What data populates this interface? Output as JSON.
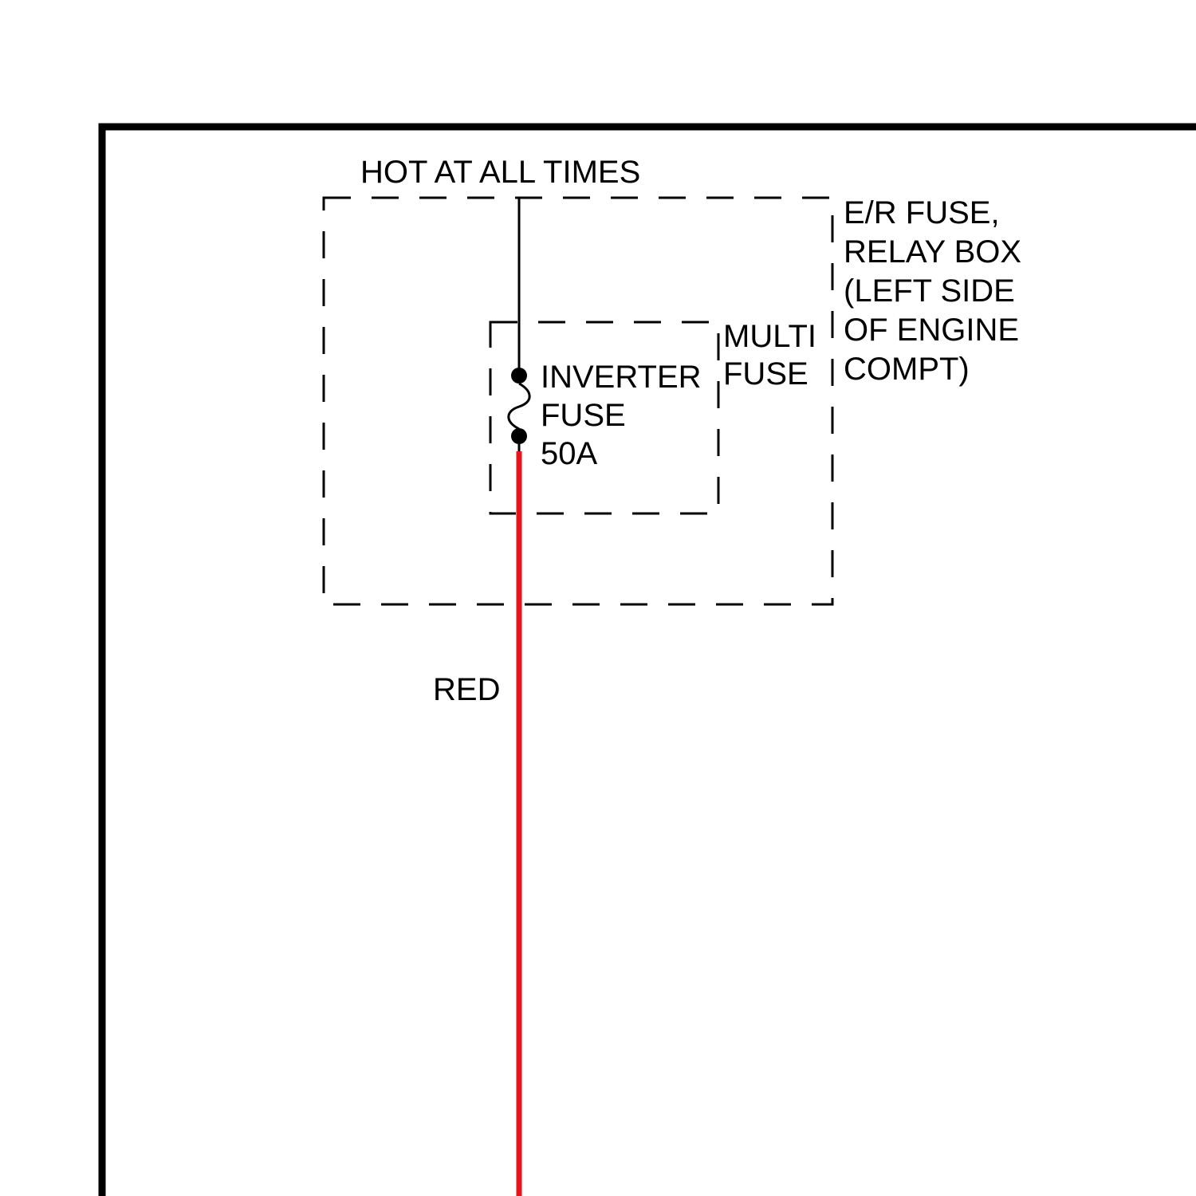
{
  "supply_label": "HOT AT ALL TIMES",
  "relay_box": {
    "label_lines": [
      "E/R FUSE,",
      "RELAY BOX",
      "(LEFT SIDE",
      "OF ENGINE",
      "COMPT)"
    ]
  },
  "multi_fuse": {
    "label_lines": [
      "MULTI",
      "FUSE"
    ]
  },
  "fuse": {
    "label_lines": [
      "INVERTER",
      "FUSE",
      "50A"
    ]
  },
  "wire": {
    "label": "RED",
    "color": "#e8141c"
  },
  "colors": {
    "line": "#000000",
    "background": "#ffffff"
  }
}
